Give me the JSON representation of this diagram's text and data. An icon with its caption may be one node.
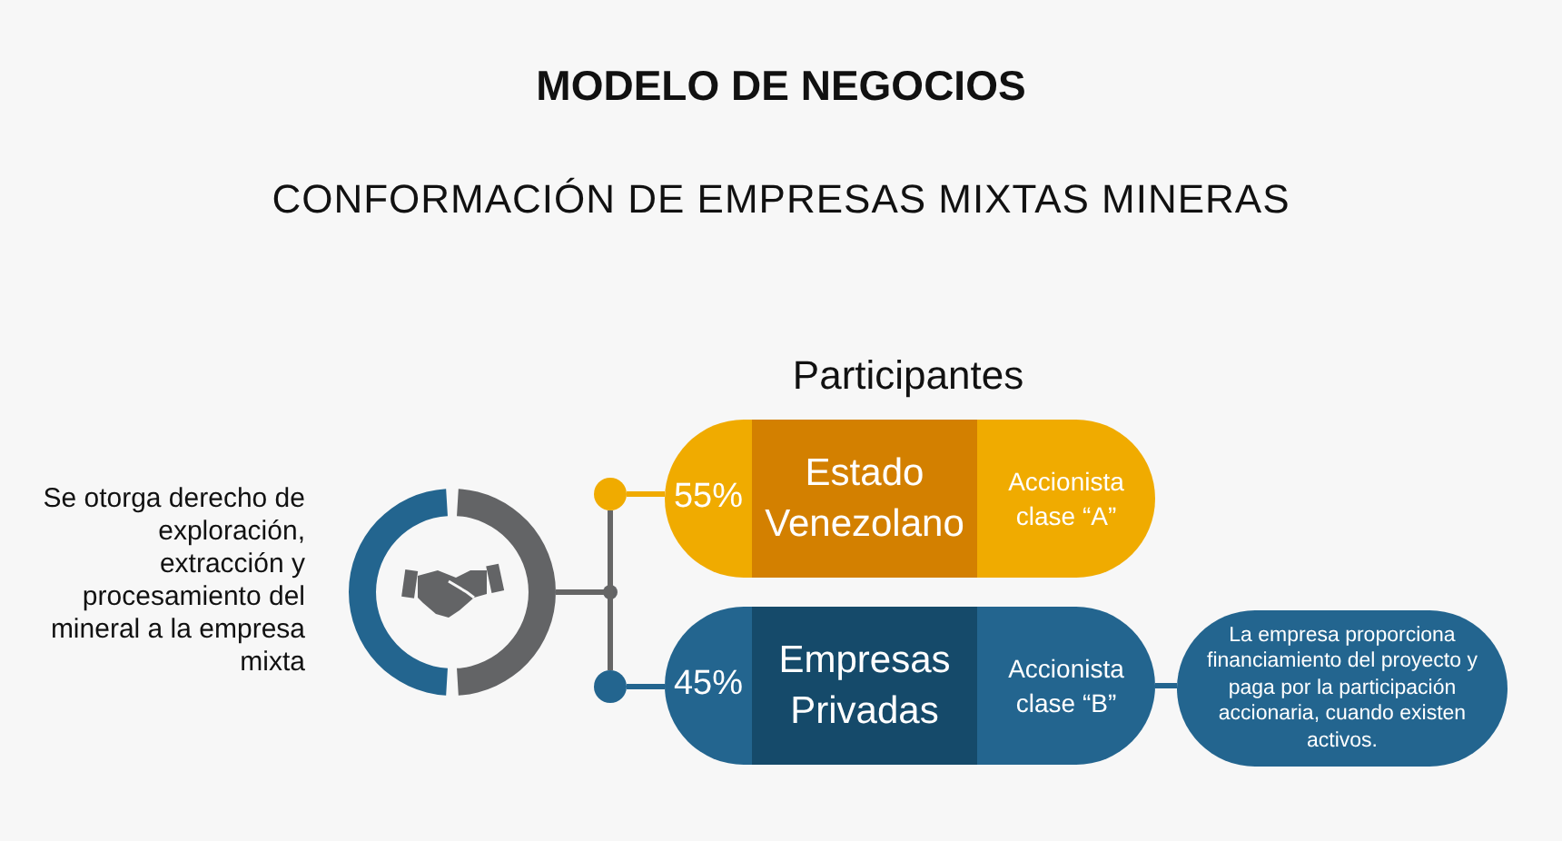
{
  "diagram": {
    "title": "MODELO DE NEGOCIOS",
    "caption": "CONFORMACIÓN DE EMPRESAS MIXTAS MINERAS",
    "nodes": [
      {
        "text": [],
        "shape": "circle"
      },
      {
        "text": [],
        "shape": "circle"
      },
      {
        "text": [],
        "shape": "circle"
      },
      {
        "text": [
          "55%",
          "Estado Venezolano",
          "Accionista clase “A”"
        ]
      },
      {
        "text": [
          "45%",
          "Empresas Privadas",
          "Accionista clase “B”"
        ]
      },
      {
        "text": [
          "La empresa proporciona financiamiento del proyecto y paga por la participación accionaria, cuando existen activos."
        ]
      }
    ],
    "edges": [
      {
        "from": 0,
        "to": 1,
        "arrow": "none",
        "color": "#666666"
      },
      {
        "from": 0,
        "to": 2,
        "arrow": "none",
        "color": "#666666"
      },
      {
        "from": 1,
        "to": 3,
        "arrow": "none",
        "color": "#f0ab00"
      },
      {
        "from": 2,
        "to": 4,
        "arrow": "none",
        "color": "#23658f"
      },
      {
        "from": 4,
        "to": 5,
        "arrow": "none",
        "color": "#23658f"
      }
    ],
    "labels": [
      "Participantes",
      "Se otorga derecho de exploración, extracción y procesamiento del mineral a la empresa mixta"
    ]
  }
}
